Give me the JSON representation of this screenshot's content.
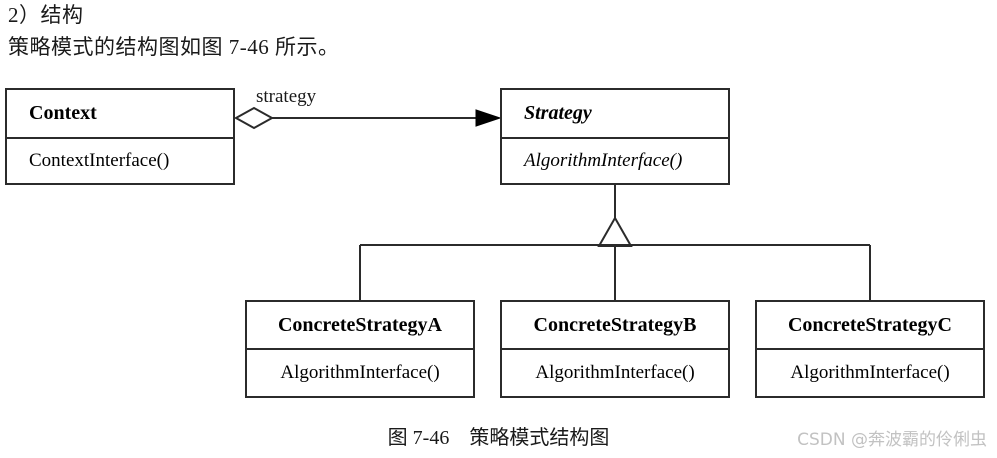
{
  "document": {
    "heading": "2）结构",
    "intro": "策略模式的结构图如图 7-46 所示。",
    "caption": "图 7-46　策略模式结构图",
    "watermark": "CSDN @奔波霸的伶俐虫"
  },
  "diagram": {
    "type": "uml-class-diagram",
    "title": "策略模式结构图",
    "colors": {
      "stroke": "#2b2b2b",
      "fill": "#ffffff",
      "text": "#1a1a1a",
      "watermark": "#c2c2c2"
    },
    "context_class": {
      "name": "Context",
      "operations": "ContextInterface()",
      "abstract": false
    },
    "strategy_class": {
      "name": "Strategy",
      "operations": "AlgorithmInterface()",
      "abstract": true
    },
    "concrete_classes": [
      {
        "name": "ConcreteStrategyA",
        "operations": "AlgorithmInterface()",
        "abstract": false
      },
      {
        "name": "ConcreteStrategyB",
        "operations": "AlgorithmInterface()",
        "abstract": false
      },
      {
        "name": "ConcreteStrategyC",
        "operations": "AlgorithmInterface()",
        "abstract": false
      }
    ],
    "relations": {
      "aggregation": {
        "role_label": "strategy",
        "from": "Context",
        "to": "Strategy",
        "diamond": "hollow",
        "arrow": "solid-filled"
      },
      "generalization": {
        "from": [
          "ConcreteStrategyA",
          "ConcreteStrategyB",
          "ConcreteStrategyC"
        ],
        "to": "Strategy",
        "arrow": "hollow-triangle"
      }
    }
  }
}
